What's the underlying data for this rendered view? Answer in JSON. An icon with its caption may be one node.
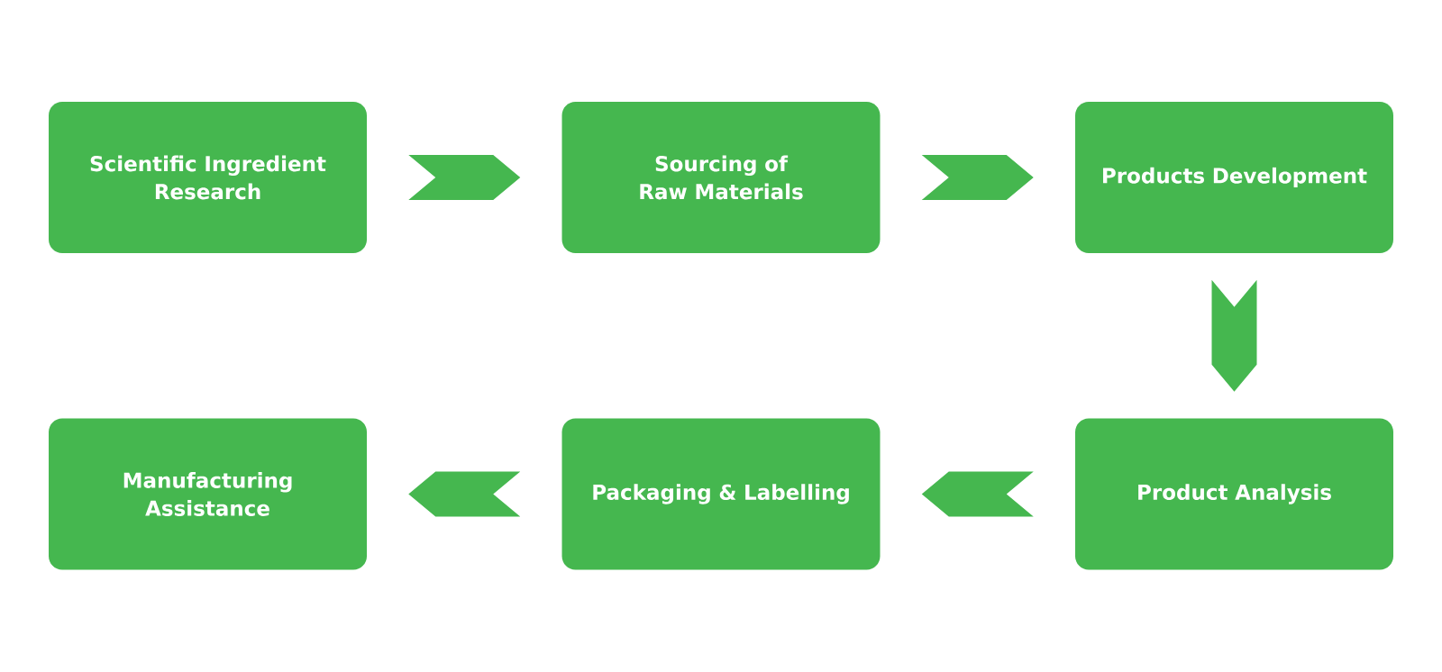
{
  "diagram": {
    "nodes": [
      {
        "text": [
          "Scientific Ingredient Research"
        ]
      },
      {
        "text": [
          "Sourcing of Raw Materials"
        ]
      },
      {
        "text": [
          "Products Development"
        ]
      },
      {
        "text": [
          "Product Analysis"
        ]
      },
      {
        "text": [
          "Packaging & Labelling"
        ]
      },
      {
        "text": [
          "Manufacturing Assistance"
        ]
      }
    ],
    "edges": [
      {
        "from": 0,
        "to": 1,
        "arrow": "to"
      },
      {
        "from": 1,
        "to": 2,
        "arrow": "to"
      },
      {
        "from": 2,
        "to": 3,
        "arrow": "to"
      },
      {
        "from": 3,
        "to": 4,
        "arrow": "to"
      },
      {
        "from": 4,
        "to": 5,
        "arrow": "to"
      }
    ]
  }
}
